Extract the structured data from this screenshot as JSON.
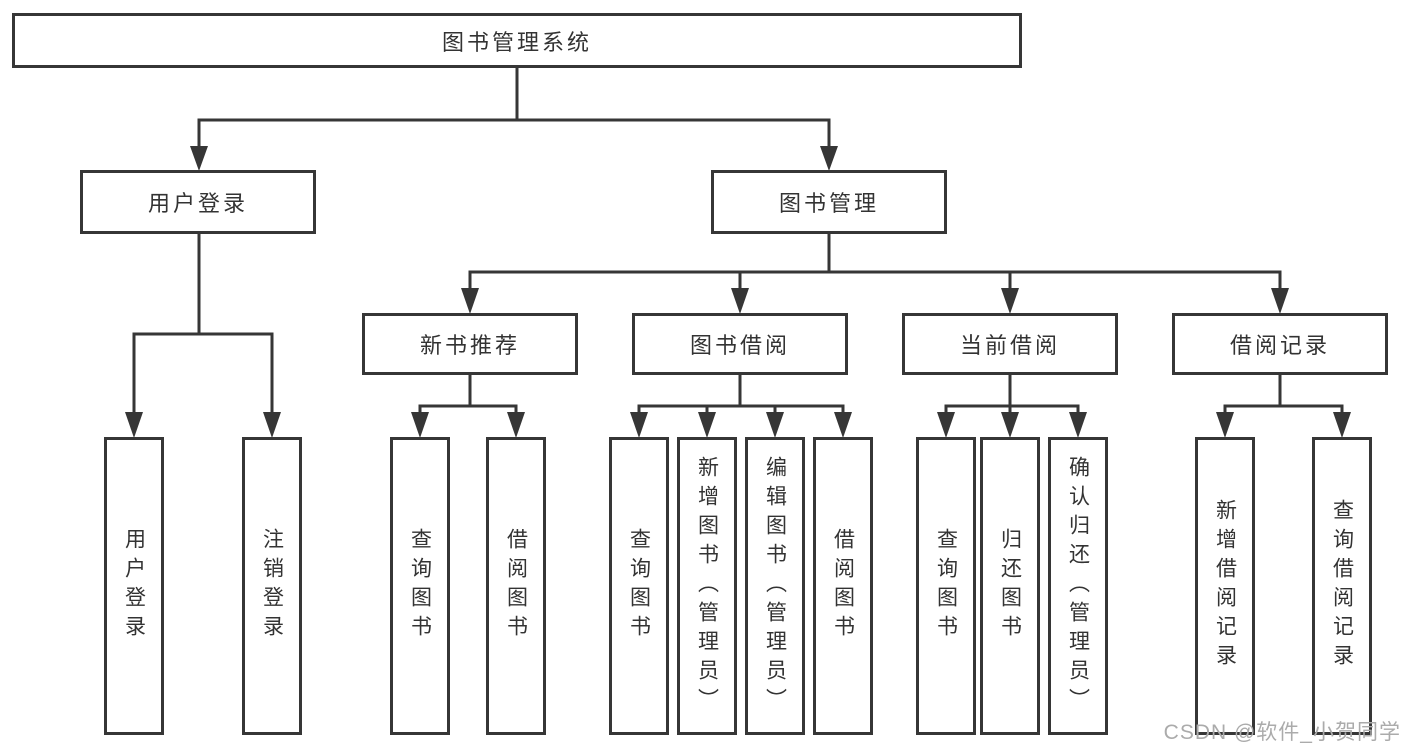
{
  "diagram": {
    "type": "hierarchy-tree",
    "root": {
      "label": "图书管理系统",
      "children": [
        {
          "label": "用户登录",
          "children": [
            {
              "label": "用户登录"
            },
            {
              "label": "注销登录"
            }
          ]
        },
        {
          "label": "图书管理",
          "children": [
            {
              "label": "新书推荐",
              "children": [
                {
                  "label": "查询图书"
                },
                {
                  "label": "借阅图书"
                }
              ]
            },
            {
              "label": "图书借阅",
              "children": [
                {
                  "label": "查询图书"
                },
                {
                  "label": "新增图书（管理员）"
                },
                {
                  "label": "编辑图书（管理员）"
                },
                {
                  "label": "借阅图书"
                }
              ]
            },
            {
              "label": "当前借阅",
              "children": [
                {
                  "label": "查询图书"
                },
                {
                  "label": "归还图书"
                },
                {
                  "label": "确认归还（管理员）"
                }
              ]
            },
            {
              "label": "借阅记录",
              "children": [
                {
                  "label": "新增借阅记录"
                },
                {
                  "label": "查询借阅记录"
                }
              ]
            }
          ]
        }
      ]
    }
  },
  "watermark": {
    "text": "CSDN @软件_小贺同学"
  },
  "colors": {
    "line": "#363636",
    "box_border": "#363636",
    "text": "#333333",
    "background": "#ffffff",
    "watermark": "#ababab"
  }
}
